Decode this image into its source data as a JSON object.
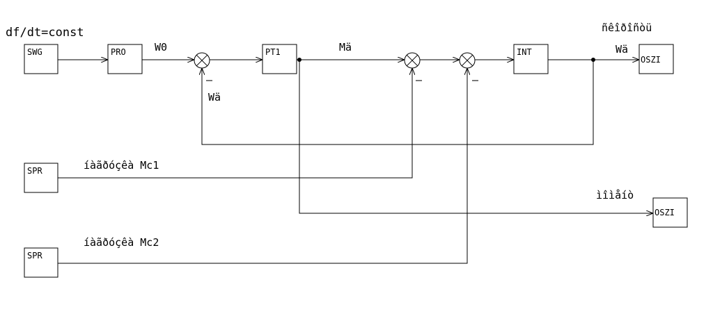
{
  "blocks": {
    "swg": "SWG",
    "pro": "PRO",
    "pt1": "PT1",
    "int": "INT",
    "oszi_top": "OSZI",
    "oszi_mid": "OSZI",
    "spr1": "SPR",
    "spr2": "SPR"
  },
  "labels": {
    "input_rate": "df/dt=const",
    "w0": "W0",
    "ma": "Mä",
    "wa_feedback": "Wä",
    "wa_output": "Wä",
    "speed_title": "ñêîðîñòü",
    "moment_title": "ìîìåíò",
    "load1": "íàãðóçêà Mc1",
    "load2": "íàãðóçêà Mc2",
    "minus_1": "—",
    "minus_2": "—",
    "minus_3": "—"
  }
}
